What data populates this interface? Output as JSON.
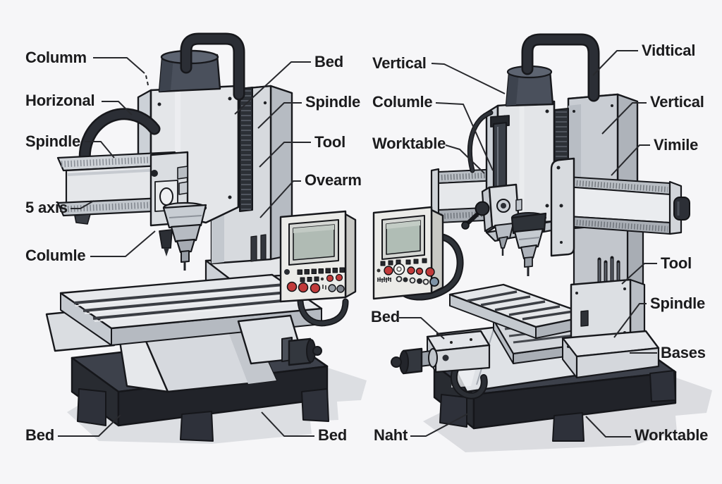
{
  "colors": {
    "background": "#f6f6f8",
    "ink": "#1b1b1d",
    "outline": "#17181c",
    "machine_light": "#e6e8eb",
    "machine_mid": "#c7cbd1",
    "machine_dark": "#33373f",
    "base_dark": "#2a2d34",
    "handle_black": "#2b2e35",
    "accent_red": "#c13a3a",
    "screen_green": "#b0bbb4",
    "shadow": "#dcdee2"
  },
  "figures": [
    {
      "id": "left-milling-machine-illustration",
      "kind": "vertical-milling-machine-drawing"
    },
    {
      "id": "right-milling-machine-illustration",
      "kind": "vertical-milling-machine-drawing"
    }
  ],
  "labels": [
    {
      "id": "columm",
      "text": "Columm"
    },
    {
      "id": "horizonal",
      "text": "Horizonal"
    },
    {
      "id": "spindle-left",
      "text": "Spindle"
    },
    {
      "id": "five-axis",
      "text": "5 axis"
    },
    {
      "id": "columle-left",
      "text": "Columle"
    },
    {
      "id": "bed-bottom-left",
      "text": "Bed"
    },
    {
      "id": "bed-mid",
      "text": "Bed"
    },
    {
      "id": "spindle-mid",
      "text": "Spindle"
    },
    {
      "id": "tool-mid",
      "text": "Tool"
    },
    {
      "id": "ovearm",
      "text": "Ovearm"
    },
    {
      "id": "vertical-mid",
      "text": "Vertical"
    },
    {
      "id": "columle-mid",
      "text": "Columle"
    },
    {
      "id": "worktable-mid",
      "text": "Worktable"
    },
    {
      "id": "bed-right-machine",
      "text": "Bed"
    },
    {
      "id": "naht",
      "text": "Naht"
    },
    {
      "id": "bed-bottom-mid",
      "text": "Bed"
    },
    {
      "id": "vidtical",
      "text": "Vidtical"
    },
    {
      "id": "vertical-right",
      "text": "Vertical"
    },
    {
      "id": "vimile",
      "text": "Vimile"
    },
    {
      "id": "tool-right",
      "text": "Tool"
    },
    {
      "id": "spindle-right",
      "text": "Spindle"
    },
    {
      "id": "bases",
      "text": "Bases"
    },
    {
      "id": "worktable-right",
      "text": "Worktable"
    }
  ]
}
